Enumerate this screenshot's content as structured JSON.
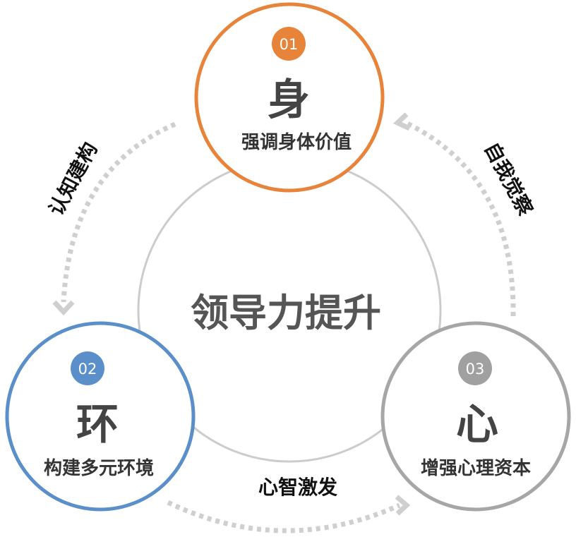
{
  "center": {
    "title": "领导力提升"
  },
  "nodes": [
    {
      "number": "01",
      "char": "身",
      "label": "强调身体价值",
      "color": "#E8833A"
    },
    {
      "number": "02",
      "char": "环",
      "label": "构建多元环境",
      "color": "#5B8FC9"
    },
    {
      "number": "03",
      "char": "心",
      "label": "增强心理资本",
      "color": "#A6A6A6"
    }
  ],
  "flows": {
    "left": "认知建构",
    "right": "自我觉察",
    "bottom": "心智激发"
  },
  "colors": {
    "arrow": "#CFCFCF",
    "center_ring": "#CCCCCC"
  }
}
